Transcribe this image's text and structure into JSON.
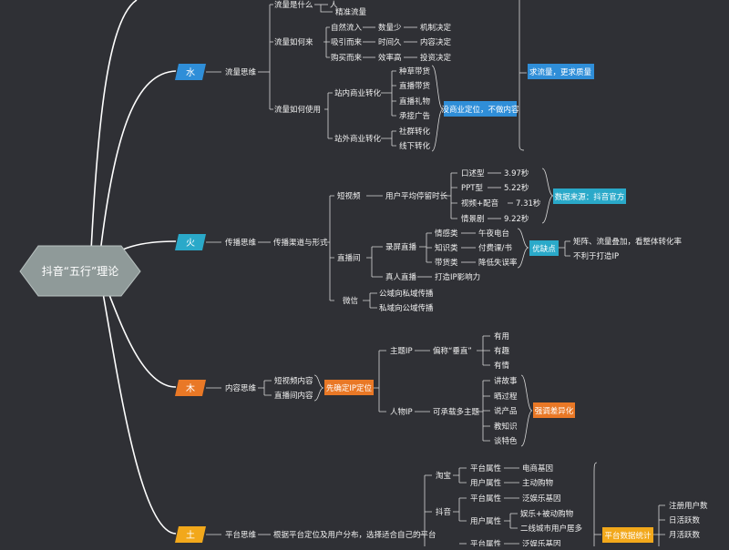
{
  "root": {
    "label": "抖音“五行”理论"
  },
  "colors": {
    "background": "#2f3035",
    "water": "#2f8ed8",
    "fire": "#2aa9c9",
    "wood": "#e97826",
    "earth": "#f2a81b",
    "line": "#d8d8d8"
  },
  "water": {
    "element": "水",
    "branch": "流量思维",
    "what": {
      "label": "流量是什么",
      "items": [
        "人",
        "精准流量"
      ]
    },
    "come": {
      "label": "流量如何来",
      "rows": [
        {
          "a": "自然流入",
          "b": "数量少",
          "c": "机制决定"
        },
        {
          "a": "吸引而来",
          "b": "时间久",
          "c": "内容决定"
        },
        {
          "a": "购买而来",
          "b": "效率高",
          "c": "投资决定"
        }
      ]
    },
    "use": {
      "label": "流量如何使用",
      "instation": "站内商业转化",
      "instation_items": [
        "种草带货",
        "直播带货",
        "直播礼物",
        "承接广告"
      ],
      "outstation": "站外商业转化",
      "outstation_items": [
        "社群转化",
        "线下转化"
      ],
      "tag": "没商业定位，不做内容"
    },
    "summary": "求流量，更求质量"
  },
  "fire": {
    "element": "火",
    "branch": "传播思维",
    "sub": "传播渠道与形式",
    "short": {
      "label": "短视频",
      "metric": "用户平均停留时长",
      "rows": [
        {
          "name": "口述型",
          "value": "3.97秒"
        },
        {
          "name": "PPT型",
          "value": "5.22秒"
        },
        {
          "name": "视频+配音",
          "value": "7.31秒"
        },
        {
          "name": "情景剧",
          "value": "9.22秒"
        }
      ],
      "tag": "数据来源：抖音官方"
    },
    "live": {
      "label": "直播间",
      "record": "录屏直播",
      "rows": [
        {
          "name": "情感类",
          "value": "午夜电台"
        },
        {
          "name": "知识类",
          "value": "付费课/书"
        },
        {
          "name": "带货类",
          "value": "降低失误率"
        }
      ],
      "tag": "优缺点",
      "pros": [
        "矩阵、流量叠加，看整体转化率",
        "不利于打造IP"
      ],
      "real": "真人直播",
      "real_value": "打造IP影响力"
    },
    "wechat": {
      "label": "微信",
      "items": [
        "公域向私域传播",
        "私域向公域传播"
      ]
    }
  },
  "wood": {
    "element": "木",
    "branch": "内容思维",
    "items": [
      "短视频内容",
      "直播间内容"
    ],
    "tag": "先确定IP定位",
    "main_ip": {
      "label": "主题IP",
      "sub": "偏称“垂直”",
      "items": [
        "有用",
        "有趣",
        "有情"
      ]
    },
    "person_ip": {
      "label": "人物IP",
      "sub": "可承载多主题",
      "items": [
        "讲故事",
        "晒过程",
        "说产品",
        "教知识",
        "谈特色"
      ]
    },
    "tag2": "强调差异化"
  },
  "earth": {
    "element": "土",
    "branch": "平台思维",
    "sub": "根据平台定位及用户分布，选择适合自己的平台",
    "taobao": {
      "label": "淘宝",
      "rows": [
        {
          "a": "平台属性",
          "b": "电商基因"
        },
        {
          "a": "用户属性",
          "b": "主动购物"
        }
      ]
    },
    "douyin": {
      "label": "抖音",
      "row1": {
        "a": "平台属性",
        "b": "泛娱乐基因"
      },
      "row2": {
        "a": "用户属性",
        "items": [
          "娱乐+被动购物",
          "二线城市用户居多"
        ]
      }
    },
    "third": {
      "a": "平台属性",
      "b": "泛娱乐基因"
    },
    "tag": "平台数据统计",
    "stats": [
      "注册用户数",
      "日活跃数",
      "月活跃数"
    ]
  }
}
